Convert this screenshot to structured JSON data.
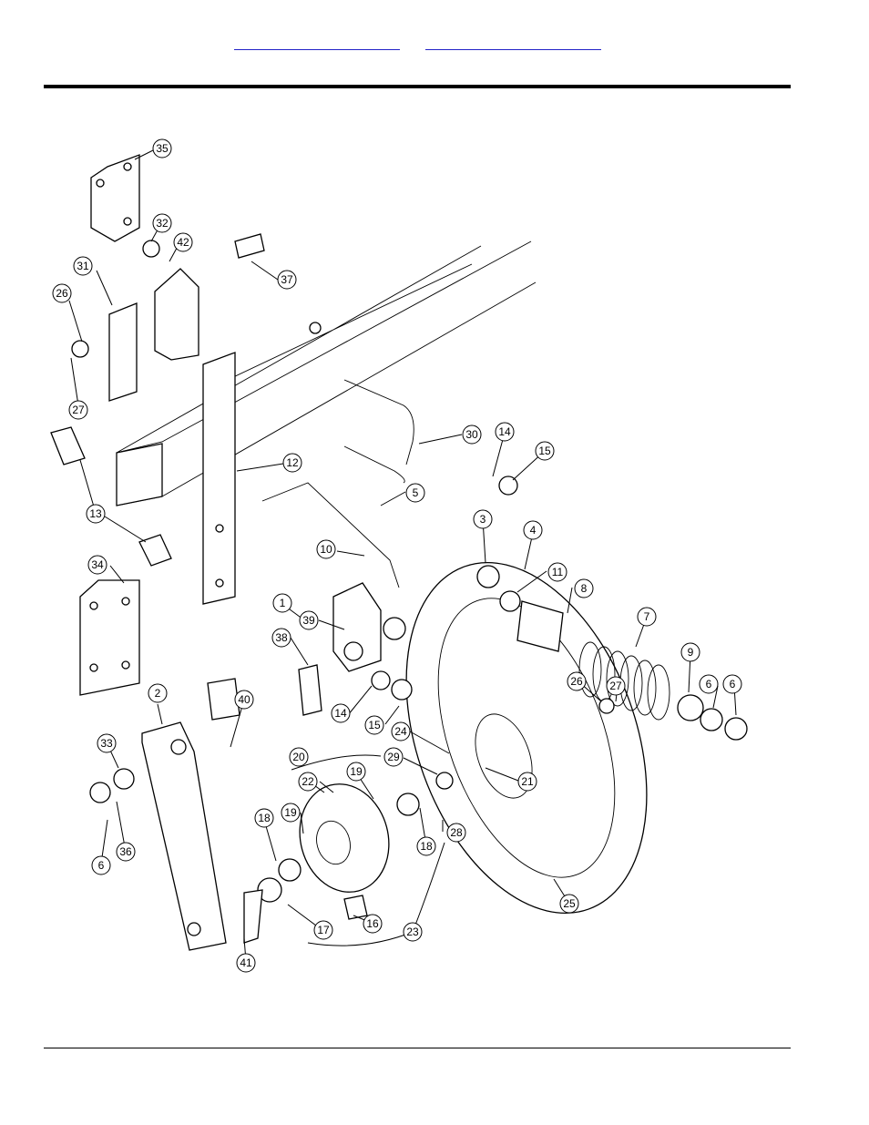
{
  "nav": {
    "link_a": "",
    "link_b": ""
  },
  "callouts": [
    {
      "id": "35"
    },
    {
      "id": "32"
    },
    {
      "id": "42"
    },
    {
      "id": "37"
    },
    {
      "id": "31"
    },
    {
      "id": "26"
    },
    {
      "id": "27"
    },
    {
      "id": "30"
    },
    {
      "id": "14"
    },
    {
      "id": "15"
    },
    {
      "id": "12"
    },
    {
      "id": "13"
    },
    {
      "id": "5"
    },
    {
      "id": "10"
    },
    {
      "id": "3"
    },
    {
      "id": "4"
    },
    {
      "id": "11"
    },
    {
      "id": "8"
    },
    {
      "id": "7"
    },
    {
      "id": "34"
    },
    {
      "id": "1"
    },
    {
      "id": "39"
    },
    {
      "id": "38"
    },
    {
      "id": "14"
    },
    {
      "id": "15"
    },
    {
      "id": "9"
    },
    {
      "id": "6"
    },
    {
      "id": "6"
    },
    {
      "id": "26"
    },
    {
      "id": "27"
    },
    {
      "id": "2"
    },
    {
      "id": "40"
    },
    {
      "id": "33"
    },
    {
      "id": "24"
    },
    {
      "id": "29"
    },
    {
      "id": "21"
    },
    {
      "id": "20"
    },
    {
      "id": "22"
    },
    {
      "id": "19"
    },
    {
      "id": "19"
    },
    {
      "id": "18"
    },
    {
      "id": "18"
    },
    {
      "id": "28"
    },
    {
      "id": "6"
    },
    {
      "id": "36"
    },
    {
      "id": "25"
    },
    {
      "id": "17"
    },
    {
      "id": "16"
    },
    {
      "id": "23"
    },
    {
      "id": "41"
    }
  ]
}
